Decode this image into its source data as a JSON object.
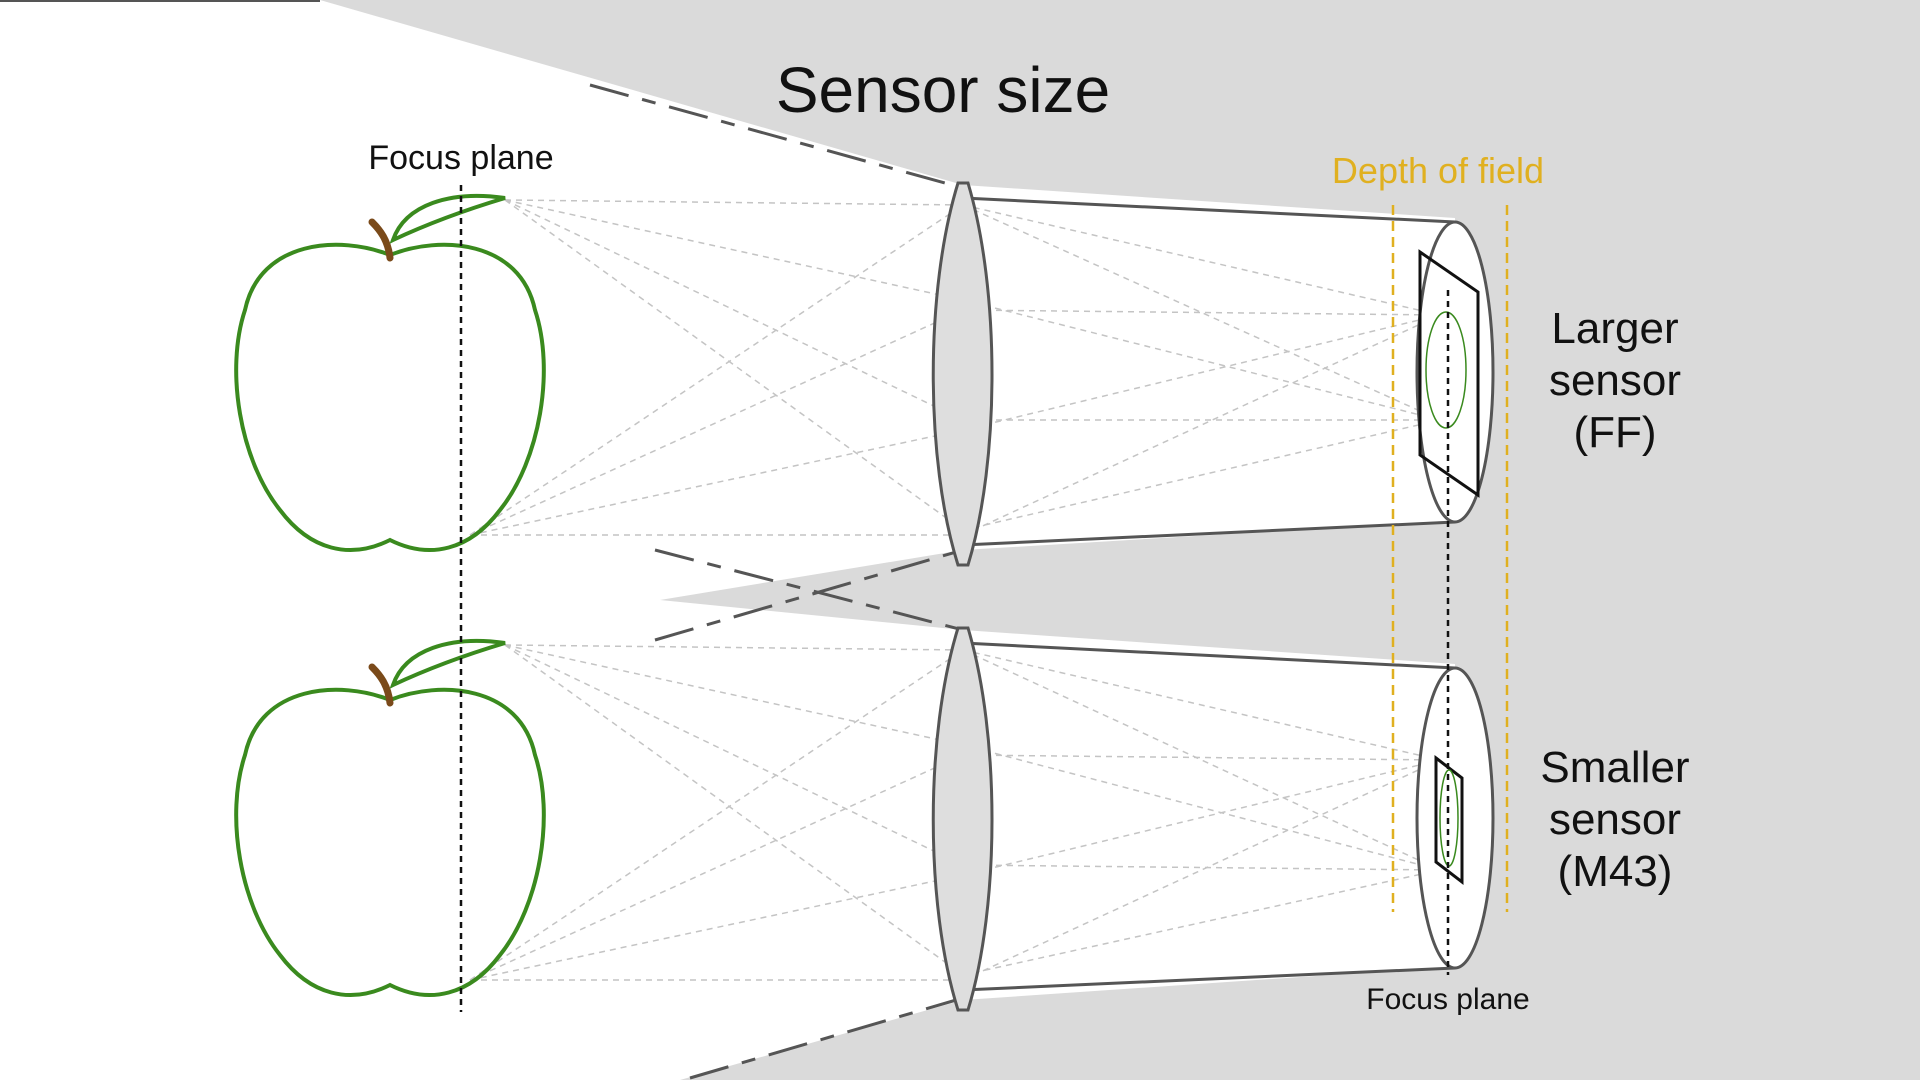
{
  "title": "Sensor size",
  "labels": {
    "focus_plane_top": "Focus plane",
    "focus_plane_bottom": "Focus plane",
    "depth_of_field": "Depth of field"
  },
  "sensors": [
    {
      "line1": "Larger",
      "line2": "sensor",
      "line3": "(FF)"
    },
    {
      "line1": "Smaller",
      "line2": "sensor",
      "line3": "(M43)"
    }
  ],
  "colors": {
    "background_gray": "#dadada",
    "apple_outline": "#3a8a1e",
    "apple_stem": "#7a4a1a",
    "depth_of_field": "#e0b020",
    "lens_fill": "#dedede",
    "lines": "#555555",
    "rays": "#c4c4c4"
  }
}
